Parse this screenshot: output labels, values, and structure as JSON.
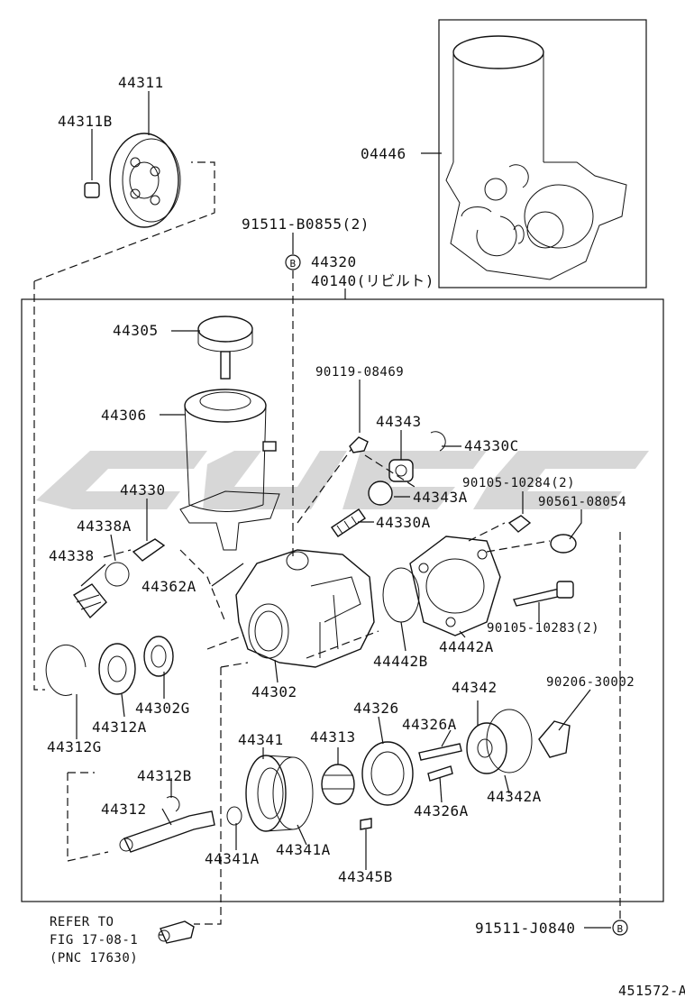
{
  "diagram": {
    "drawing_id": "451572-A",
    "refer_note": {
      "line1": "REFER TO",
      "line2": "FIG 17-08-1",
      "line3": "(PNC 17630)"
    },
    "circle_ref": "B",
    "labels": {
      "p44311": "44311",
      "p44311B": "44311B",
      "p04446": "04446",
      "p91511B0855": "91511-B0855(2)",
      "p44320": "44320",
      "p40140": "40140(リビルト)",
      "p44305": "44305",
      "p90119": "90119-08469",
      "p44306": "44306",
      "p44343": "44343",
      "p44330C": "44330C",
      "p90105_10284": "90105-10284(2)",
      "p90561": "90561-08054",
      "p44330": "44330",
      "p44343A": "44343A",
      "p44338A": "44338A",
      "p44330A": "44330A",
      "p44338": "44338",
      "p44362A": "44362A",
      "p90105_10283": "90105-10283(2)",
      "p44442A": "44442A",
      "p44442B": "44442B",
      "p44302": "44302",
      "p44326": "44326",
      "p44342": "44342",
      "p90206": "90206-30002",
      "p44302G": "44302G",
      "p44312A": "44312A",
      "p44312G": "44312G",
      "p44341": "44341",
      "p44313": "44313",
      "p44326A_top": "44326A",
      "p44312B": "44312B",
      "p44342A": "44342A",
      "p44312": "44312",
      "p44326A_bot": "44326A",
      "p44341A_l": "44341A",
      "p44341A_r": "44341A",
      "p44345B": "44345B",
      "p91511J0840": "91511-J0840"
    }
  }
}
